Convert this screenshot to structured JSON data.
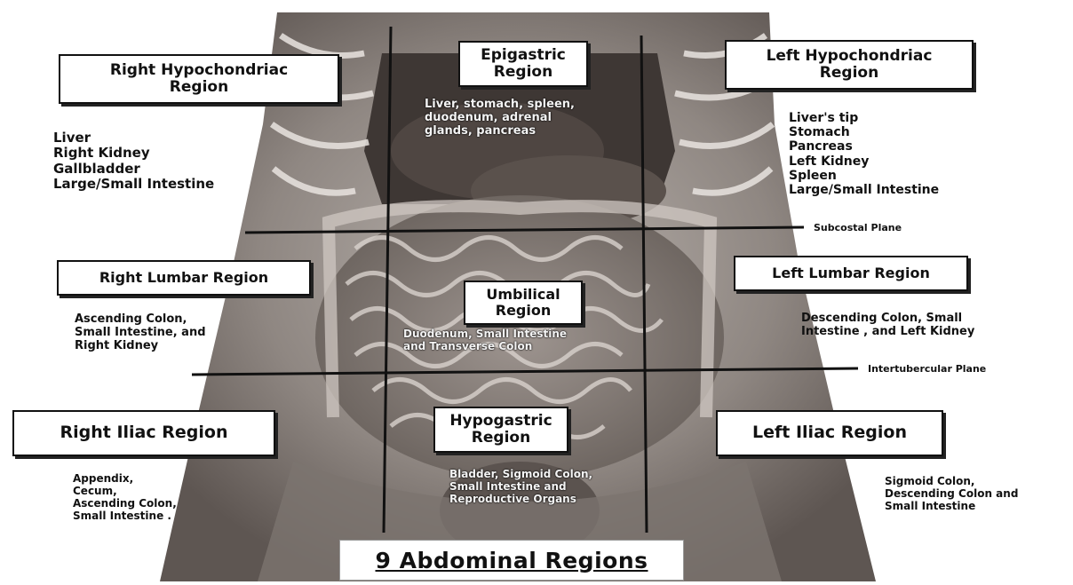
{
  "title": "9 Abdominal Regions",
  "planes": {
    "subcostal": "Subcostal Plane",
    "intertubercular": "Intertubercular Plane"
  },
  "regions": {
    "right_hypochondriac": {
      "name_lines": [
        "Right Hypochondriac",
        "Region"
      ],
      "organs": [
        "Liver",
        "Right Kidney",
        "Gallbladder",
        "Large/Small Intestine"
      ]
    },
    "epigastric": {
      "name_lines": [
        "Epigastric",
        "Region"
      ],
      "organs": [
        "Liver, stomach, spleen,",
        "duodenum, adrenal",
        "glands, pancreas"
      ]
    },
    "left_hypochondriac": {
      "name_lines": [
        "Left Hypochondriac",
        "Region"
      ],
      "organs": [
        "Liver's tip",
        "Stomach",
        "Pancreas",
        "Left Kidney",
        "Spleen",
        "Large/Small Intestine"
      ]
    },
    "right_lumbar": {
      "name_lines": [
        "Right Lumbar Region"
      ],
      "organs": [
        "Ascending Colon,",
        "Small Intestine, and",
        "Right Kidney"
      ]
    },
    "umbilical": {
      "name_lines": [
        "Umbilical",
        "Region"
      ],
      "organs": [
        "Duodenum, Small Intestine",
        "and Transverse Colon"
      ]
    },
    "left_lumbar": {
      "name_lines": [
        "Left Lumbar Region"
      ],
      "organs": [
        "Descending Colon, Small",
        "Intestine ,  and Left Kidney"
      ]
    },
    "right_iliac": {
      "name_lines": [
        "Right Iliac Region"
      ],
      "organs": [
        "Appendix,",
        "Cecum,",
        "Ascending Colon,",
        "Small Intestine  ."
      ]
    },
    "hypogastric": {
      "name_lines": [
        "Hypogastric",
        "Region"
      ],
      "organs": [
        "Bladder, Sigmoid Colon,",
        "Small Intestine   and",
        "Reproductive Organs"
      ]
    },
    "left_iliac": {
      "name_lines": [
        "Left Iliac Region"
      ],
      "organs": [
        "Sigmoid Colon,",
        "Descending Colon and",
        "Small Intestine"
      ]
    }
  }
}
